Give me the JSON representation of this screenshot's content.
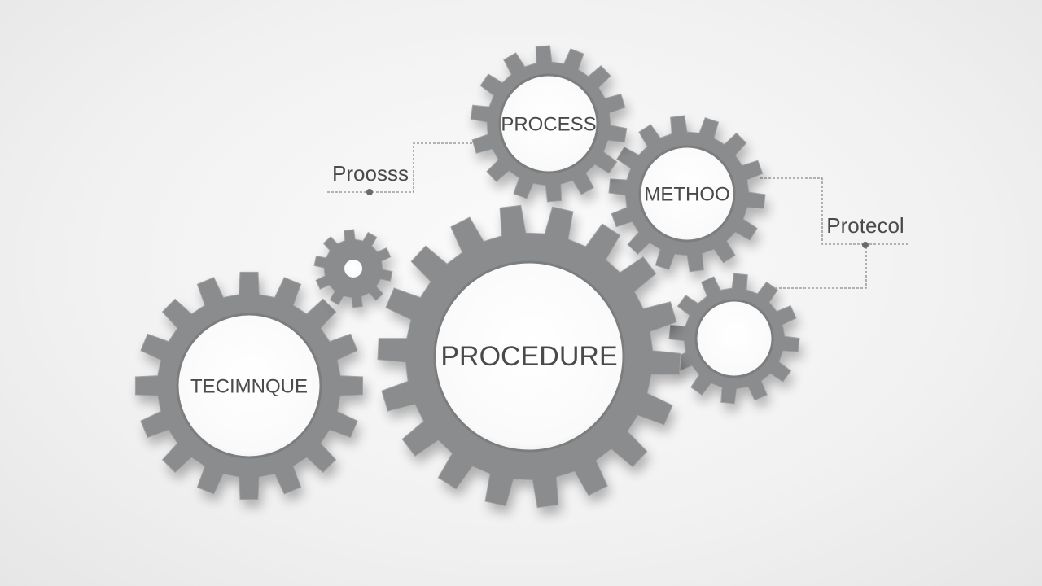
{
  "diagram": {
    "gears": [
      {
        "id": "process",
        "label": "PROCESS"
      },
      {
        "id": "method",
        "label": "METHOO"
      },
      {
        "id": "procedure",
        "label": "PROCEDURE"
      },
      {
        "id": "technique",
        "label": "TECIMNQUE"
      },
      {
        "id": "small",
        "label": ""
      },
      {
        "id": "blank",
        "label": ""
      }
    ],
    "callouts": [
      {
        "id": "left",
        "label": "Proosss"
      },
      {
        "id": "right",
        "label": "Protecol"
      }
    ]
  },
  "colors": {
    "gear": "#8b8c8e",
    "gear_rim": "#a3a4a6",
    "gear_face": "#ffffff",
    "label": "#4a4a4a",
    "connector": "#8a8a8a"
  }
}
